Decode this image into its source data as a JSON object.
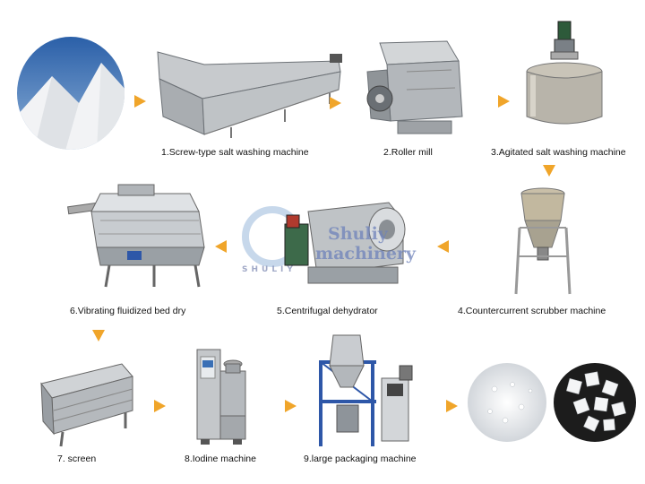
{
  "colors": {
    "arrow": "#f0a52a",
    "machine_metal": "#b9bdc0",
    "frame_blue": "#2e57a8"
  },
  "steps": [
    {
      "label": "1.Screw-type salt washing machine"
    },
    {
      "label": "2.Roller mill"
    },
    {
      "label": "3.Agitated salt washing machine"
    },
    {
      "label": "4.Countercurrent scrubber machine"
    },
    {
      "label": "5.Centrifugal dehydrator"
    },
    {
      "label": "6.Vibrating fluidized bed dry"
    },
    {
      "label": "7. screen"
    },
    {
      "label": "8.Iodine machine"
    },
    {
      "label": "9.large packaging machine"
    }
  ],
  "watermark": {
    "brand": "Shuliy",
    "word": "machinery",
    "caps": "SHULIY"
  },
  "flow_arrows": [
    "right",
    "right",
    "right",
    "down",
    "left",
    "left",
    "down",
    "right",
    "right",
    "right"
  ]
}
